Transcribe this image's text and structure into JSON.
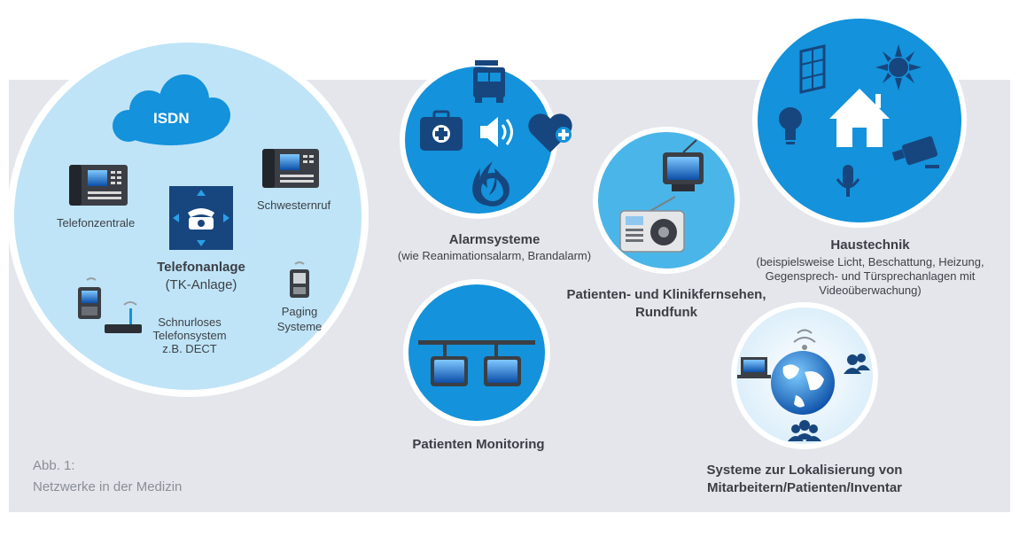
{
  "telefonanlage": {
    "cloud_label": "ISDN",
    "title": "Telefonanlage",
    "subtitle": "(TK-Anlage)",
    "telefonzentrale": "Telefonzentrale",
    "schwesternruf": "Schwesternruf",
    "paging_line1": "Paging",
    "paging_line2": "Systeme",
    "dect_line1": "Schnurloses",
    "dect_line2": "Telefonsystem",
    "dect_line3": "z.B. DECT"
  },
  "alarm": {
    "title": "Alarmsysteme",
    "subtitle": "(wie Reanimationsalarm, Brandalarm)"
  },
  "fernsehen": {
    "title_line1": "Patienten- und Klinikfernsehen,",
    "title_line2": "Rundfunk"
  },
  "haustechnik": {
    "title": "Haustechnik",
    "line1": "(beispielsweise Licht, Beschattung, Heizung,",
    "line2": "Gegensprech- und Türsprechanlagen mit",
    "line3": "Videoüberwachung)"
  },
  "monitoring": {
    "title": "Patienten Monitoring"
  },
  "lokalisierung": {
    "title_line1": "Systeme zur Lokalisierung von",
    "title_line2": "Mitarbeitern/Patienten/Inventar"
  },
  "caption": {
    "line1": "Abb. 1:",
    "line2": "Netzwerke in der Medizin"
  },
  "colors": {
    "panel": "#e5e6ec",
    "light_blue": "#bfe4f7",
    "mid_blue": "#4ab5e8",
    "deep_blue": "#1492db",
    "navy": "#17467e",
    "text": "#3d4147"
  },
  "icons": [
    "cloud-icon",
    "desk-phone-icon",
    "pbx-phone-icon",
    "cordless-phone-icon",
    "dect-base-icon",
    "pager-icon",
    "fire-truck-icon",
    "first-aid-kit-icon",
    "speaker-icon",
    "heart-plus-icon",
    "flame-icon",
    "tv-icon",
    "radio-icon",
    "window-icon",
    "sun-icon",
    "lightbulb-icon",
    "house-icon",
    "camera-icon",
    "microphone-icon",
    "monitor-icon",
    "globe-icon",
    "people-icon",
    "wifi-icon"
  ]
}
